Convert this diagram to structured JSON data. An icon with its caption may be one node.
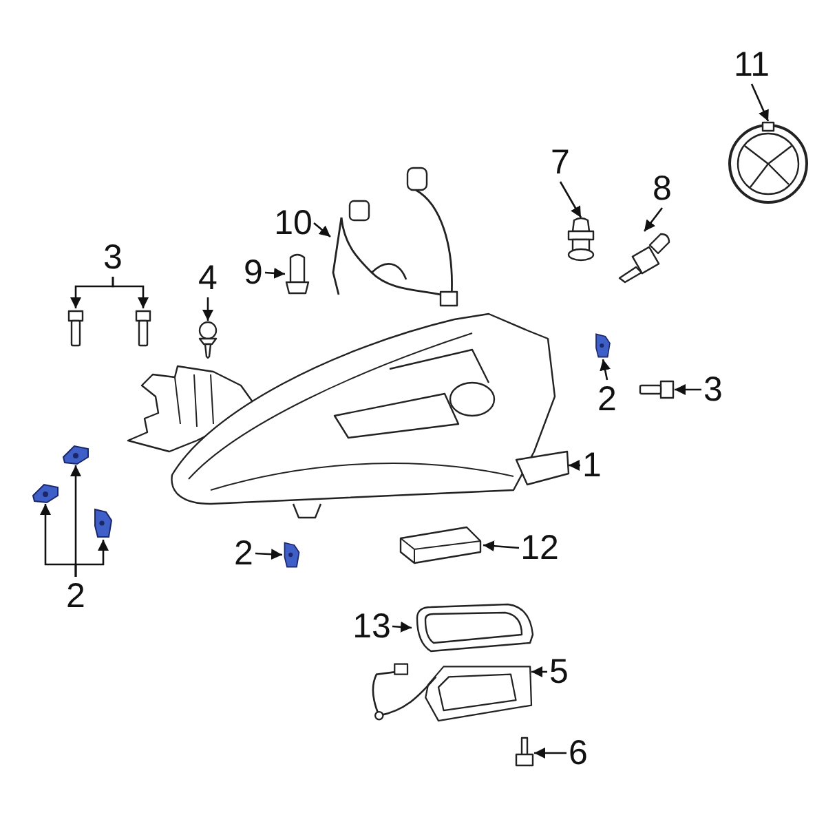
{
  "diagram": {
    "nodes": [
      {
        "text": [
          "11"
        ]
      },
      {
        "text": [],
        "shape": "picture"
      },
      {
        "text": [
          "7"
        ]
      },
      {
        "text": [],
        "shape": "picture"
      },
      {
        "text": [
          "8"
        ]
      },
      {
        "text": [],
        "shape": "picture"
      },
      {
        "text": [
          "10"
        ]
      },
      {
        "text": [],
        "shape": "picture"
      },
      {
        "text": [
          "3"
        ]
      },
      {
        "text": [],
        "shape": "picture"
      },
      {
        "text": [],
        "shape": "picture"
      },
      {
        "text": [
          "4"
        ]
      },
      {
        "text": [],
        "shape": "picture"
      },
      {
        "text": [
          "9"
        ]
      },
      {
        "text": [],
        "shape": "picture"
      },
      {
        "text": [
          "2"
        ]
      },
      {
        "text": [],
        "shape": "picture"
      },
      {
        "text": [
          "3"
        ]
      },
      {
        "text": [],
        "shape": "picture"
      },
      {
        "text": [
          "1"
        ]
      },
      {
        "text": [],
        "shape": "picture"
      },
      {
        "text": [],
        "shape": "picture"
      },
      {
        "text": [],
        "shape": "picture"
      },
      {
        "text": [],
        "shape": "picture"
      },
      {
        "text": [
          "2"
        ]
      },
      {
        "text": [
          "2"
        ]
      },
      {
        "text": [],
        "shape": "picture"
      },
      {
        "text": [
          "12"
        ]
      },
      {
        "text": [],
        "shape": "picture"
      },
      {
        "text": [
          "13"
        ]
      },
      {
        "text": [],
        "shape": "picture"
      },
      {
        "text": [
          "5"
        ]
      },
      {
        "text": [],
        "shape": "picture"
      },
      {
        "text": [
          "6"
        ]
      },
      {
        "text": [],
        "shape": "picture"
      }
    ],
    "edges": [
      {
        "from": 0,
        "to": 1,
        "arrow": "to"
      },
      {
        "from": 2,
        "to": 3,
        "arrow": "to"
      },
      {
        "from": 4,
        "to": 5,
        "arrow": "to"
      },
      {
        "from": 6,
        "to": 7,
        "arrow": "to"
      },
      {
        "from": 8,
        "to": 9,
        "arrow": "to"
      },
      {
        "from": 8,
        "to": 10,
        "arrow": "to"
      },
      {
        "from": 11,
        "to": 12,
        "arrow": "to"
      },
      {
        "from": 13,
        "to": 14,
        "arrow": "to"
      },
      {
        "from": 15,
        "to": 16,
        "arrow": "to"
      },
      {
        "from": 17,
        "to": 18,
        "arrow": "to"
      },
      {
        "from": 19,
        "to": 20,
        "arrow": "to"
      },
      {
        "from": 24,
        "to": 21,
        "arrow": "to"
      },
      {
        "from": 24,
        "to": 22,
        "arrow": "to"
      },
      {
        "from": 24,
        "to": 23,
        "arrow": "to"
      },
      {
        "from": 25,
        "to": 26,
        "arrow": "to"
      },
      {
        "from": 27,
        "to": 28,
        "arrow": "to"
      },
      {
        "from": 29,
        "to": 30,
        "arrow": "to"
      },
      {
        "from": 31,
        "to": 32,
        "arrow": "to"
      },
      {
        "from": 33,
        "to": 34,
        "arrow": "to"
      }
    ]
  }
}
